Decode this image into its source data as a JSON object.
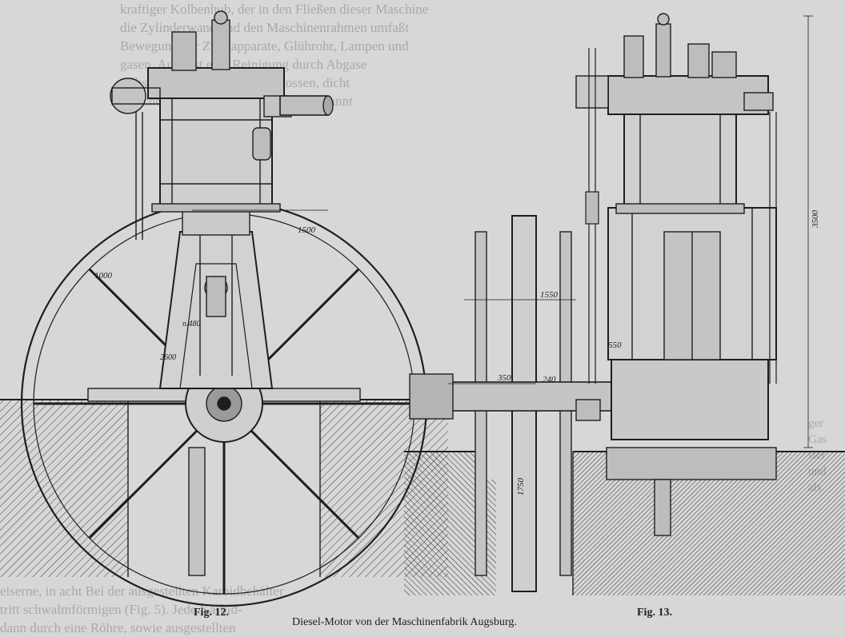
{
  "bleed_text": {
    "top": [
      "kraftiger Kolbenhub, der in den Fließen dieser Maschine",
      "die Zylinderwand und den Maschinenrahmen umfaßt",
      "Bewegung der Zündapparate, Glührohr, Lampen und",
      "gasen. Auch ist eine Reinigung durch Abgase",
      "selbsttätig vollkommen geschlossen, dicht",
      "unsichtbar und ohne Rückstände verbrannt"
    ],
    "bottom": [
      "eiserne, in acht Bei der ausgestellten Karbidbehälter",
      "tritt schwalmförmigen (Fig. 5). Jede Karbid-",
      "dann durch eine Röhre, sowie ausgestellten"
    ],
    "right": [
      "ger",
      "Gas",
      "ster",
      "und",
      "als"
    ]
  },
  "figure_left": {
    "caption": "Fig. 12.",
    "dimensions": {
      "d1": "1000",
      "d2": "1500",
      "d3": "n.480",
      "d4": "2600"
    }
  },
  "figure_right": {
    "caption": "Fig. 13.",
    "dimensions": {
      "d1": "1550",
      "d2": "350",
      "d3": "240",
      "d4": "1750",
      "d5": "550",
      "d6": "3500"
    }
  },
  "main_caption": "Diesel-Motor von der Maschinenfabrik Augsburg."
}
